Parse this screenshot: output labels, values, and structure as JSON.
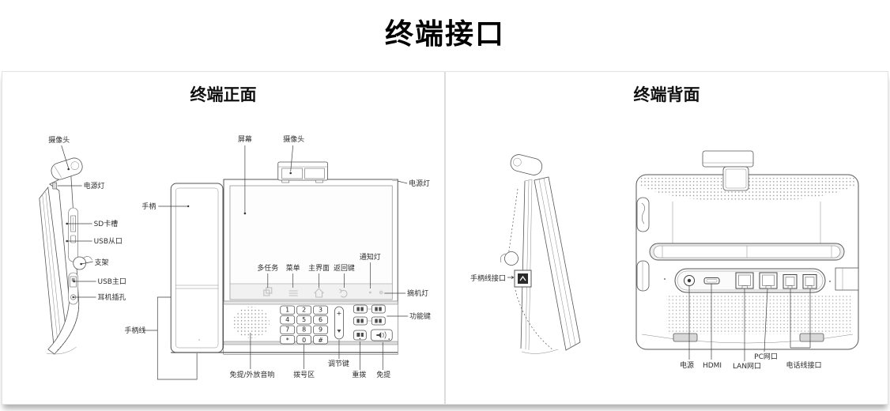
{
  "page_title": "终端接口",
  "front_panel": {
    "title": "终端正面",
    "side_view": {
      "camera": "摄像头",
      "power_light": "电源灯",
      "sd_card_slot": "SD卡槽",
      "usb_slave_port": "USB从口",
      "stand": "支架",
      "usb_host_port": "USB主口",
      "headset_jack": "耳机插孔",
      "handset_cord": "手柄线"
    },
    "front_view": {
      "handset": "手柄",
      "screen": "屏幕",
      "camera": "摄像头",
      "power_light": "电源灯",
      "multitask_key": "多任务",
      "menu_key": "菜单",
      "home_key": "主界面",
      "back_key": "返回键",
      "notification_light": "通知灯",
      "offhook_light": "摘机灯",
      "function_keys": "功能键",
      "speakerphone": "免提/外放音响",
      "dial_pad": "拨号区",
      "volume_key": "调节键",
      "redial_key": "重拨",
      "handsfree_key": "免提",
      "volume_plus": "+"
    },
    "keypad_keys": [
      "1",
      "2",
      "3",
      "4",
      "5",
      "6",
      "7",
      "8",
      "9",
      "*",
      "0",
      "#"
    ]
  },
  "back_panel": {
    "title": "终端背面",
    "labels": {
      "handset_cord_port": "手柄线接口",
      "power": "电源",
      "hdmi": "HDMI",
      "lan_port": "LAN网口",
      "pc_port": "PC网口",
      "phone_line_port": "电话线接口"
    }
  }
}
